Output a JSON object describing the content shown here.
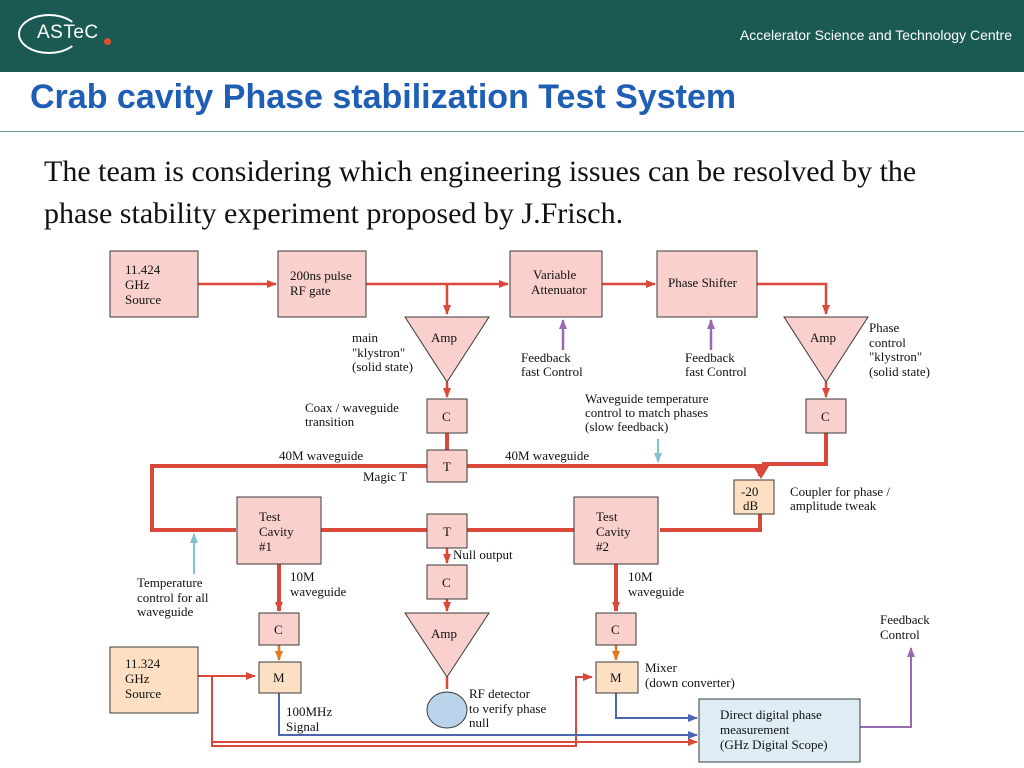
{
  "header": {
    "logo_text": "ASTeC",
    "org_name": "Accelerator Science and Technology Centre",
    "brand_color": "#1b5a52",
    "accent_color": "#e2502b"
  },
  "slide": {
    "title": "Crab cavity Phase stabilization Test System",
    "body": "The team is considering which engineering issues can be resolved by the phase stability experiment proposed by J.Frisch."
  },
  "diagram": {
    "boxes": {
      "source_main": [
        "11.424",
        "GHz",
        "Source"
      ],
      "pulse_gate": [
        "200ns pulse",
        "RF gate"
      ],
      "attenuator": [
        "Variable",
        "Attenuator"
      ],
      "phase_shifter": [
        "Phase Shifter"
      ],
      "coupler": [
        "-20",
        "dB"
      ],
      "test_cavity_1": [
        "Test",
        "Cavity",
        "#1"
      ],
      "test_cavity_2": [
        "Test",
        "Cavity",
        "#2"
      ],
      "source_lo": [
        "11.324",
        "GHz",
        "Source"
      ],
      "scope": [
        "Direct digital phase",
        "measurement",
        "(GHz Digital Scope)"
      ],
      "c_left": "C",
      "c_right": "C",
      "c_null": "C",
      "c_cav1": "C",
      "c_cav2": "C",
      "magic_t": "T",
      "null_t": "T",
      "mixer_1": "M",
      "mixer_2": "M"
    },
    "amps": {
      "main": "Amp",
      "phase": "Amp",
      "null": "Amp"
    },
    "labels": {
      "main_klystron": [
        "main",
        "\"klystron\"",
        "(solid state)"
      ],
      "phase_klystron": [
        "Phase",
        "control",
        "\"klystron\"",
        "(solid state)"
      ],
      "feedback_1": [
        "Feedback",
        "fast Control"
      ],
      "feedback_2": [
        "Feedback",
        "fast Control"
      ],
      "coax": [
        "Coax / waveguide",
        "transition"
      ],
      "wg_temp": [
        "Waveguide temperature",
        "control to match phases",
        "(slow feedback)"
      ],
      "wg_40m_left": "40M waveguide",
      "wg_40m_right": "40M waveguide",
      "magic_t": "Magic T",
      "coupler_note": [
        "Coupler for phase /",
        "amplitude tweak"
      ],
      "null_output": "Null output",
      "temp_control": [
        "Temperature",
        "control for all",
        "waveguide"
      ],
      "wg_10m_left": [
        "10M",
        "waveguide"
      ],
      "wg_10m_right": [
        "10M",
        "waveguide"
      ],
      "rf_detector": [
        "RF detector",
        "to verify phase",
        "null"
      ],
      "mixer_note": [
        "Mixer",
        "(down converter)"
      ],
      "signal_100mhz": [
        "100MHz",
        "Signal"
      ],
      "feedback_control": [
        "Feedback",
        "Control"
      ]
    },
    "colors": {
      "box_pink": "#f9d0cc",
      "box_peach": "#fde0c4",
      "box_blue": "#deeef4",
      "rf_line": "#d9483a",
      "orange_line": "#e07a22",
      "blue_line": "#4a66b0",
      "purple_line": "#9a6ab0",
      "cyan_line": "#7fc2cc",
      "detector_fill": "#b9d3ea"
    }
  }
}
